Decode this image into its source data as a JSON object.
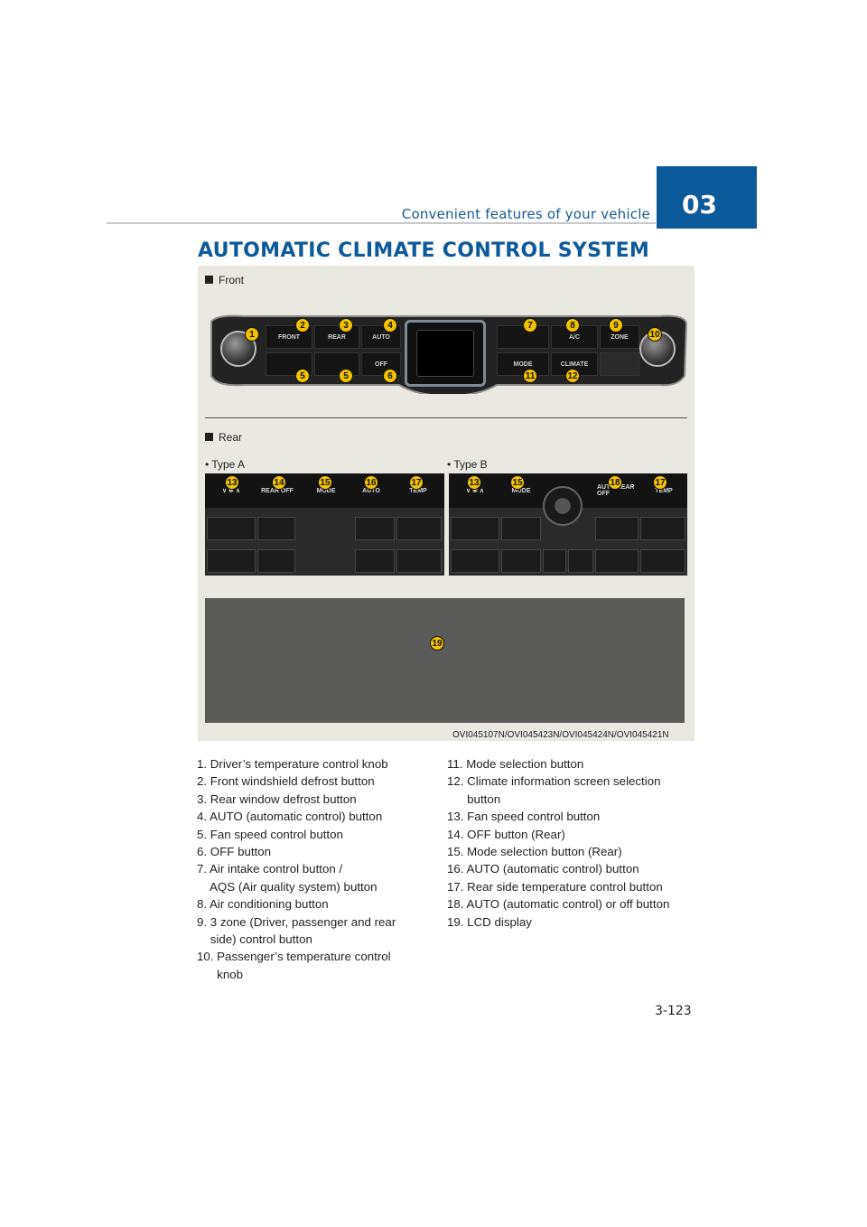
{
  "header": {
    "section_title": "Convenient features of your vehicle",
    "chapter": "03"
  },
  "title": "AUTOMATIC CLIMATE CONTROL SYSTEM",
  "figure": {
    "front_label": "Front",
    "rear_label": "Rear",
    "type_a_label": "• Type A",
    "type_b_label": "• Type B",
    "code": "OVI045107N/OVI045423N/OVI045424N/OVI045421N",
    "front_buttons": [
      "FRONT",
      "REAR",
      "AUTO",
      "A/C",
      "ZONE",
      "MODE",
      "CLIMATE",
      "OFF"
    ],
    "rear_a_buttons": [
      "REAR OFF",
      "MODE",
      "AUTO",
      "TEMP"
    ],
    "rear_b_buttons": [
      "MODE",
      "AUTO REAR OFF",
      "TEMP"
    ],
    "markers": [
      "1",
      "2",
      "3",
      "4",
      "5",
      "5",
      "6",
      "7",
      "8",
      "9",
      "10",
      "11",
      "12",
      "13",
      "14",
      "15",
      "16",
      "17",
      "13",
      "15",
      "18",
      "17",
      "19"
    ]
  },
  "left_list": [
    "1. Driver’s temperature control knob",
    "2. Front windshield defrost button",
    "3. Rear window defrost button",
    "4. AUTO (automatic control) button",
    "5. Fan speed control button",
    "6. OFF button",
    "7. Air intake control button /",
    "    AQS (Air quality system) button",
    "8. Air conditioning button",
    "9. 3 zone (Driver, passenger and rear",
    "    side) control button",
    "10. Passenger’s temperature control",
    "      knob"
  ],
  "right_list": [
    "11. Mode selection button",
    "12. Climate information screen selection",
    "      button",
    "13. Fan speed control button",
    "14. OFF button (Rear)",
    "15. Mode selection button (Rear)",
    "16. AUTO (automatic control) button",
    "17. Rear side temperature control button",
    "18. AUTO (automatic control) or off button",
    "19. LCD display"
  ],
  "page_number": "3-123"
}
